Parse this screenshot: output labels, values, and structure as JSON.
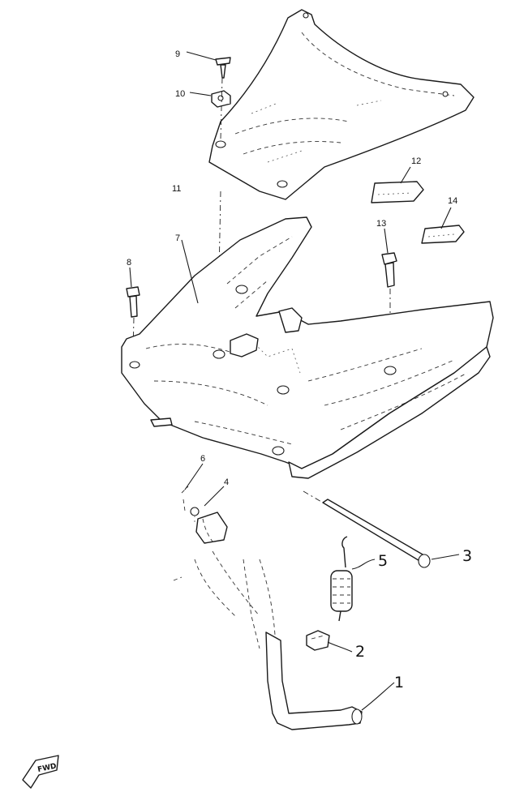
{
  "callouts": [
    {
      "id": "1",
      "label": "1"
    },
    {
      "id": "2",
      "label": "2"
    },
    {
      "id": "3",
      "label": "3"
    },
    {
      "id": "4",
      "label": "4"
    },
    {
      "id": "5",
      "label": "5"
    },
    {
      "id": "6",
      "label": "6"
    },
    {
      "id": "7",
      "label": "7"
    },
    {
      "id": "8",
      "label": "8"
    },
    {
      "id": "9",
      "label": "9"
    },
    {
      "id": "10",
      "label": "10"
    },
    {
      "id": "11",
      "label": "11"
    },
    {
      "id": "12",
      "label": "12"
    },
    {
      "id": "13",
      "label": "13"
    },
    {
      "id": "14",
      "label": "14"
    }
  ],
  "fwd_badge": "FWD",
  "colors": {
    "line": "#1a1a1a",
    "background": "#ffffff"
  }
}
